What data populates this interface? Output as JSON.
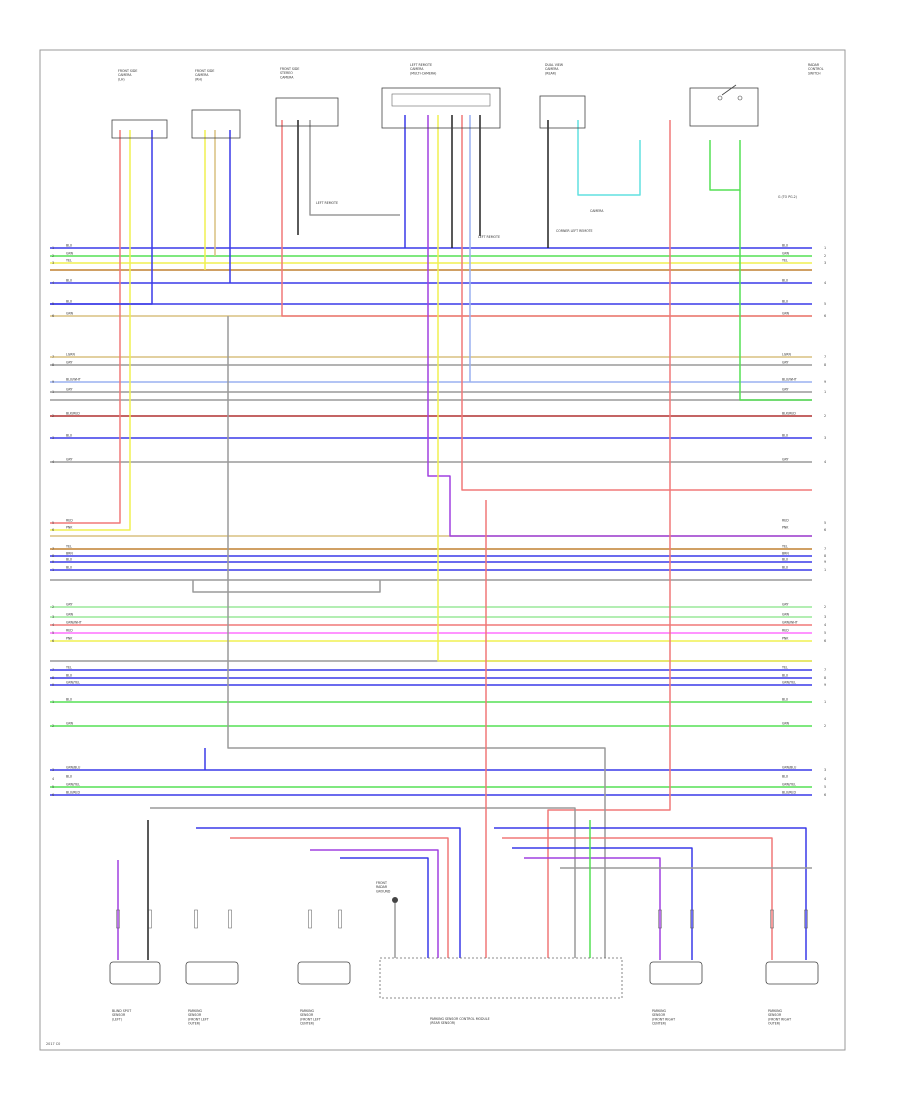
{
  "colors": {
    "BLU": "#3a3ae8",
    "GRN": "#55e055",
    "RED": "#f07878",
    "YEL": "#f0f050",
    "PNK": "#ff70ff",
    "VIO": "#a040e0",
    "BRN": "#c08030",
    "TAN": "#d8c080",
    "GRY": "#9a9a9a",
    "DRKRED": "#b03030",
    "LTGRN": "#9ae89a",
    "LTBLU": "#9ab0f0",
    "CYN": "#60e0e0",
    "BLK": "#222222",
    "DKGRN": "#2a8a2a"
  },
  "top_components": [
    {
      "label": "FRONT SIDE\nCAMERA\n(LH)"
    },
    {
      "label": "FRONT SIDE\nCAMERA\n(RH)"
    },
    {
      "label": "FRONT SIDE\nSTEREO\nCAMERA"
    },
    {
      "label": "LEFT REMOTE\nCAMERA\n(MULTI-CAMERA)"
    },
    {
      "label": "DUAL VIEW\nCAMERA\n(REAR)"
    },
    {
      "label": "RADAR\nCONTROL\nSWITCH"
    }
  ],
  "notes": {
    "n1": "LEFT REMOTE",
    "n2": "LEFT REMOTE",
    "n3": "CAMERA",
    "n4": "CORNER LEFT REMOTE",
    "right_top": "G (TO PG.2)"
  },
  "bus_labels": [
    "BLU",
    "GRN",
    "YEL",
    "BLU",
    "BLU",
    "GRN",
    "LGRN",
    "GRY",
    "BLU/WHT",
    "GRY",
    "BLK/RED",
    "BLU",
    "GRY",
    "RED",
    "PNK",
    "YEL",
    "BRN",
    "BLU",
    "BLU",
    "GRY",
    "GRN",
    "GRN/WHT",
    "RED",
    "PNK",
    "YEL",
    "BLU",
    "GRN/YEL",
    "BLU",
    "GRN",
    "GRN/BLU",
    "BLU",
    "GRN/YEL",
    "BLU/RED"
  ],
  "ground_label": "FRONT\nRADAR\nGROUND",
  "bottom_components": [
    {
      "label": "BLIND SPOT\nSENSOR\n(LEFT)"
    },
    {
      "label": "PARKING\nSENSOR\n(FRONT LEFT\nOUTER)"
    },
    {
      "label": "PARKING\nSENSOR\n(FRONT LEFT\nCENTER)"
    },
    {
      "label": "PARKING SENSOR CONTROL MODULE\n(REAR SENSOR)"
    },
    {
      "label": "PARKING\nSENSOR\n(FRONT RIGHT\nCENTER)"
    },
    {
      "label": "PARKING\nSENSOR\n(FRONT RIGHT\nOUTER)"
    }
  ],
  "footer_code": "2017 C0"
}
